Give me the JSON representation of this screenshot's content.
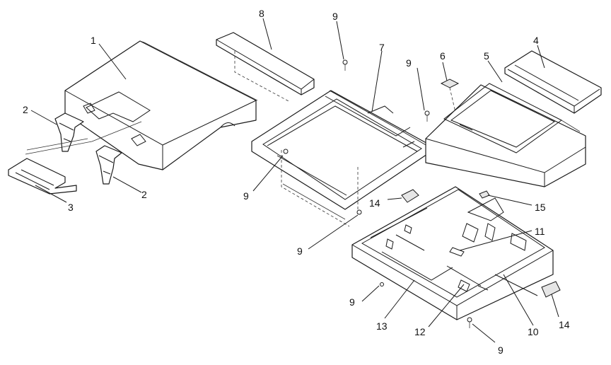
{
  "diagram": {
    "callouts": {
      "c1": "1",
      "c2a": "2",
      "c2b": "2",
      "c3": "3",
      "c4": "4",
      "c5": "5",
      "c6": "6",
      "c7": "7",
      "c8": "8",
      "c9a": "9",
      "c9b": "9",
      "c9c": "9",
      "c9d": "9",
      "c9e": "9",
      "c9f": "9",
      "c10": "10",
      "c11": "11",
      "c12": "12",
      "c13": "13",
      "c14a": "14",
      "c14b": "14",
      "c15": "15"
    }
  }
}
